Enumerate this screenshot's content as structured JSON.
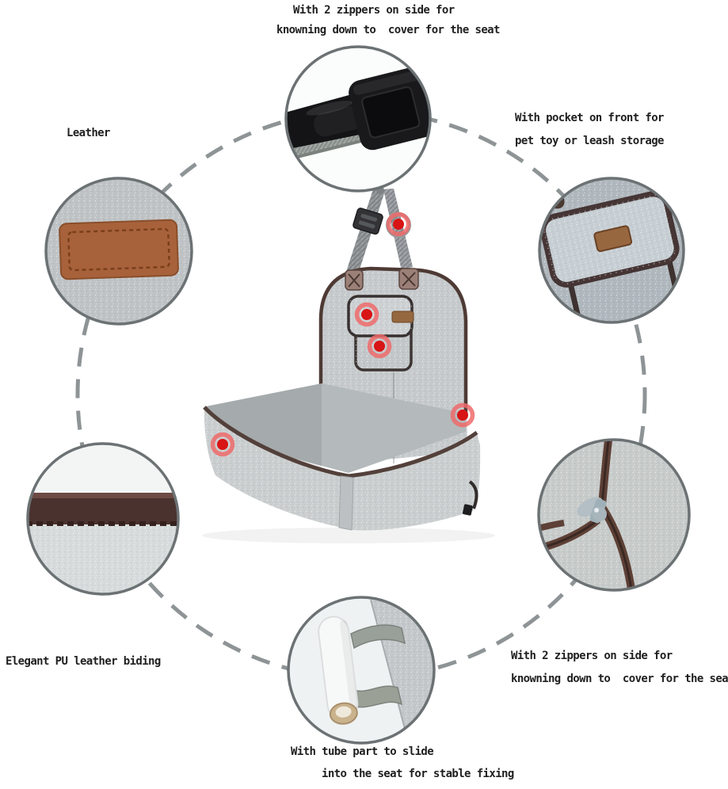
{
  "labels": {
    "top_zippers": {
      "line1": "With 2 zippers on side for",
      "line2": "knowning down to  cover for the seat"
    },
    "leather": {
      "line1": "Leather"
    },
    "front_pocket": {
      "line1": "With pocket on front for",
      "line2": "pet toy or leash storage"
    },
    "pu_leather": {
      "line1": "Elegant PU leather biding"
    },
    "side_zippers": {
      "line1": "With 2 zippers on side for",
      "line2": "knowning down to  cover for the seat"
    },
    "tube_fixing": {
      "line1": "With tube part to slide",
      "line2": "into the seat for stable fixing"
    }
  },
  "callouts": [
    "strap-buckle-closeup",
    "leather-patch-closeup",
    "front-pocket-closeup",
    "pu-leather-binding-closeup",
    "side-zipper-closeup",
    "tube-handle-closeup"
  ],
  "markers": {
    "count": 5
  },
  "colors": {
    "background": "#ffffff",
    "felt_gray": "#c6cacc",
    "binding_brown": "#4e3a34",
    "leather_tan": "#a8623b",
    "marker_red": "#d81414",
    "dash_gray": "#8e9496",
    "text": "#1f1f1f"
  }
}
